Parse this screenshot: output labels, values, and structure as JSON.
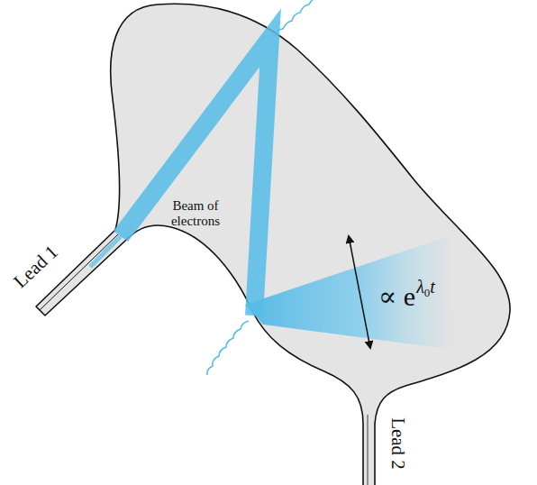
{
  "diagram": {
    "labels": [
      "Lead 1",
      "Beam of electrons",
      "∝ e",
      "λ",
      "0",
      "t",
      "Lead 2"
    ]
  }
}
